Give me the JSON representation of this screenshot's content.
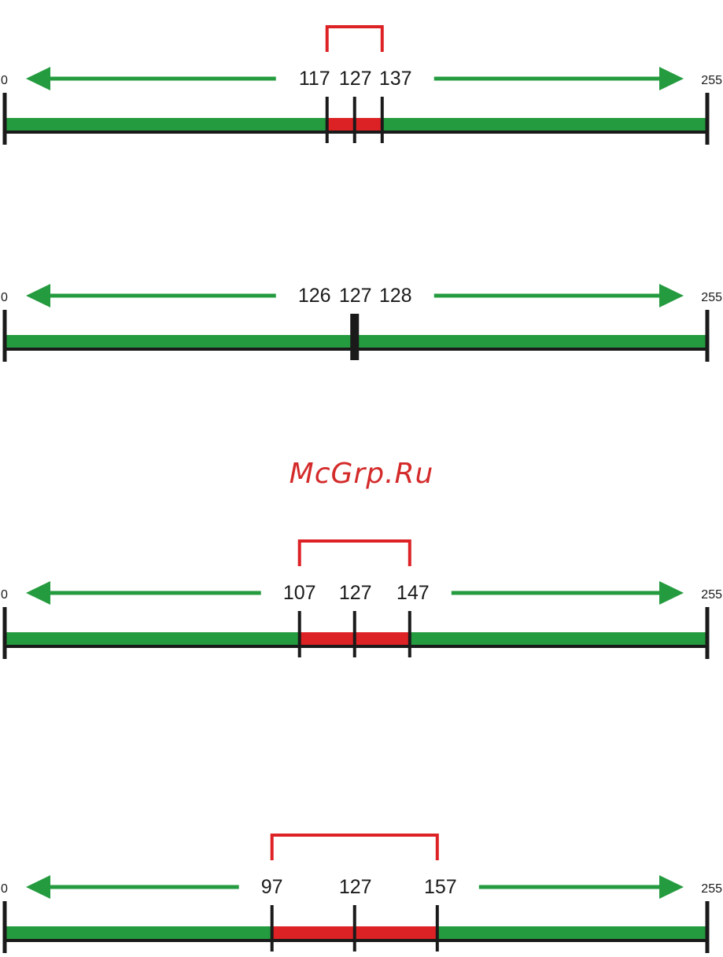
{
  "colors": {
    "green": "#259b3f",
    "red": "#dd2226",
    "black": "#1b1a1a",
    "watermark": "#d42a2a"
  },
  "watermark": "McGrp.Ru",
  "scale": {
    "min": 0,
    "max": 255,
    "min_label": "0",
    "max_label": "255"
  },
  "rows": [
    {
      "low": 117,
      "center": 127,
      "high": 137,
      "labels": {
        "low": "117",
        "center": "127",
        "high": "137"
      },
      "bracket": true
    },
    {
      "low": 126,
      "center": 127,
      "high": 128,
      "labels": {
        "low": "126",
        "center": "127",
        "high": "128"
      },
      "bracket": false
    },
    {
      "low": 107,
      "center": 127,
      "high": 147,
      "labels": {
        "low": "107",
        "center": "127",
        "high": "147"
      },
      "bracket": true
    },
    {
      "low": 97,
      "center": 127,
      "high": 157,
      "labels": {
        "low": "97",
        "center": "127",
        "high": "157"
      },
      "bracket": true
    }
  ]
}
